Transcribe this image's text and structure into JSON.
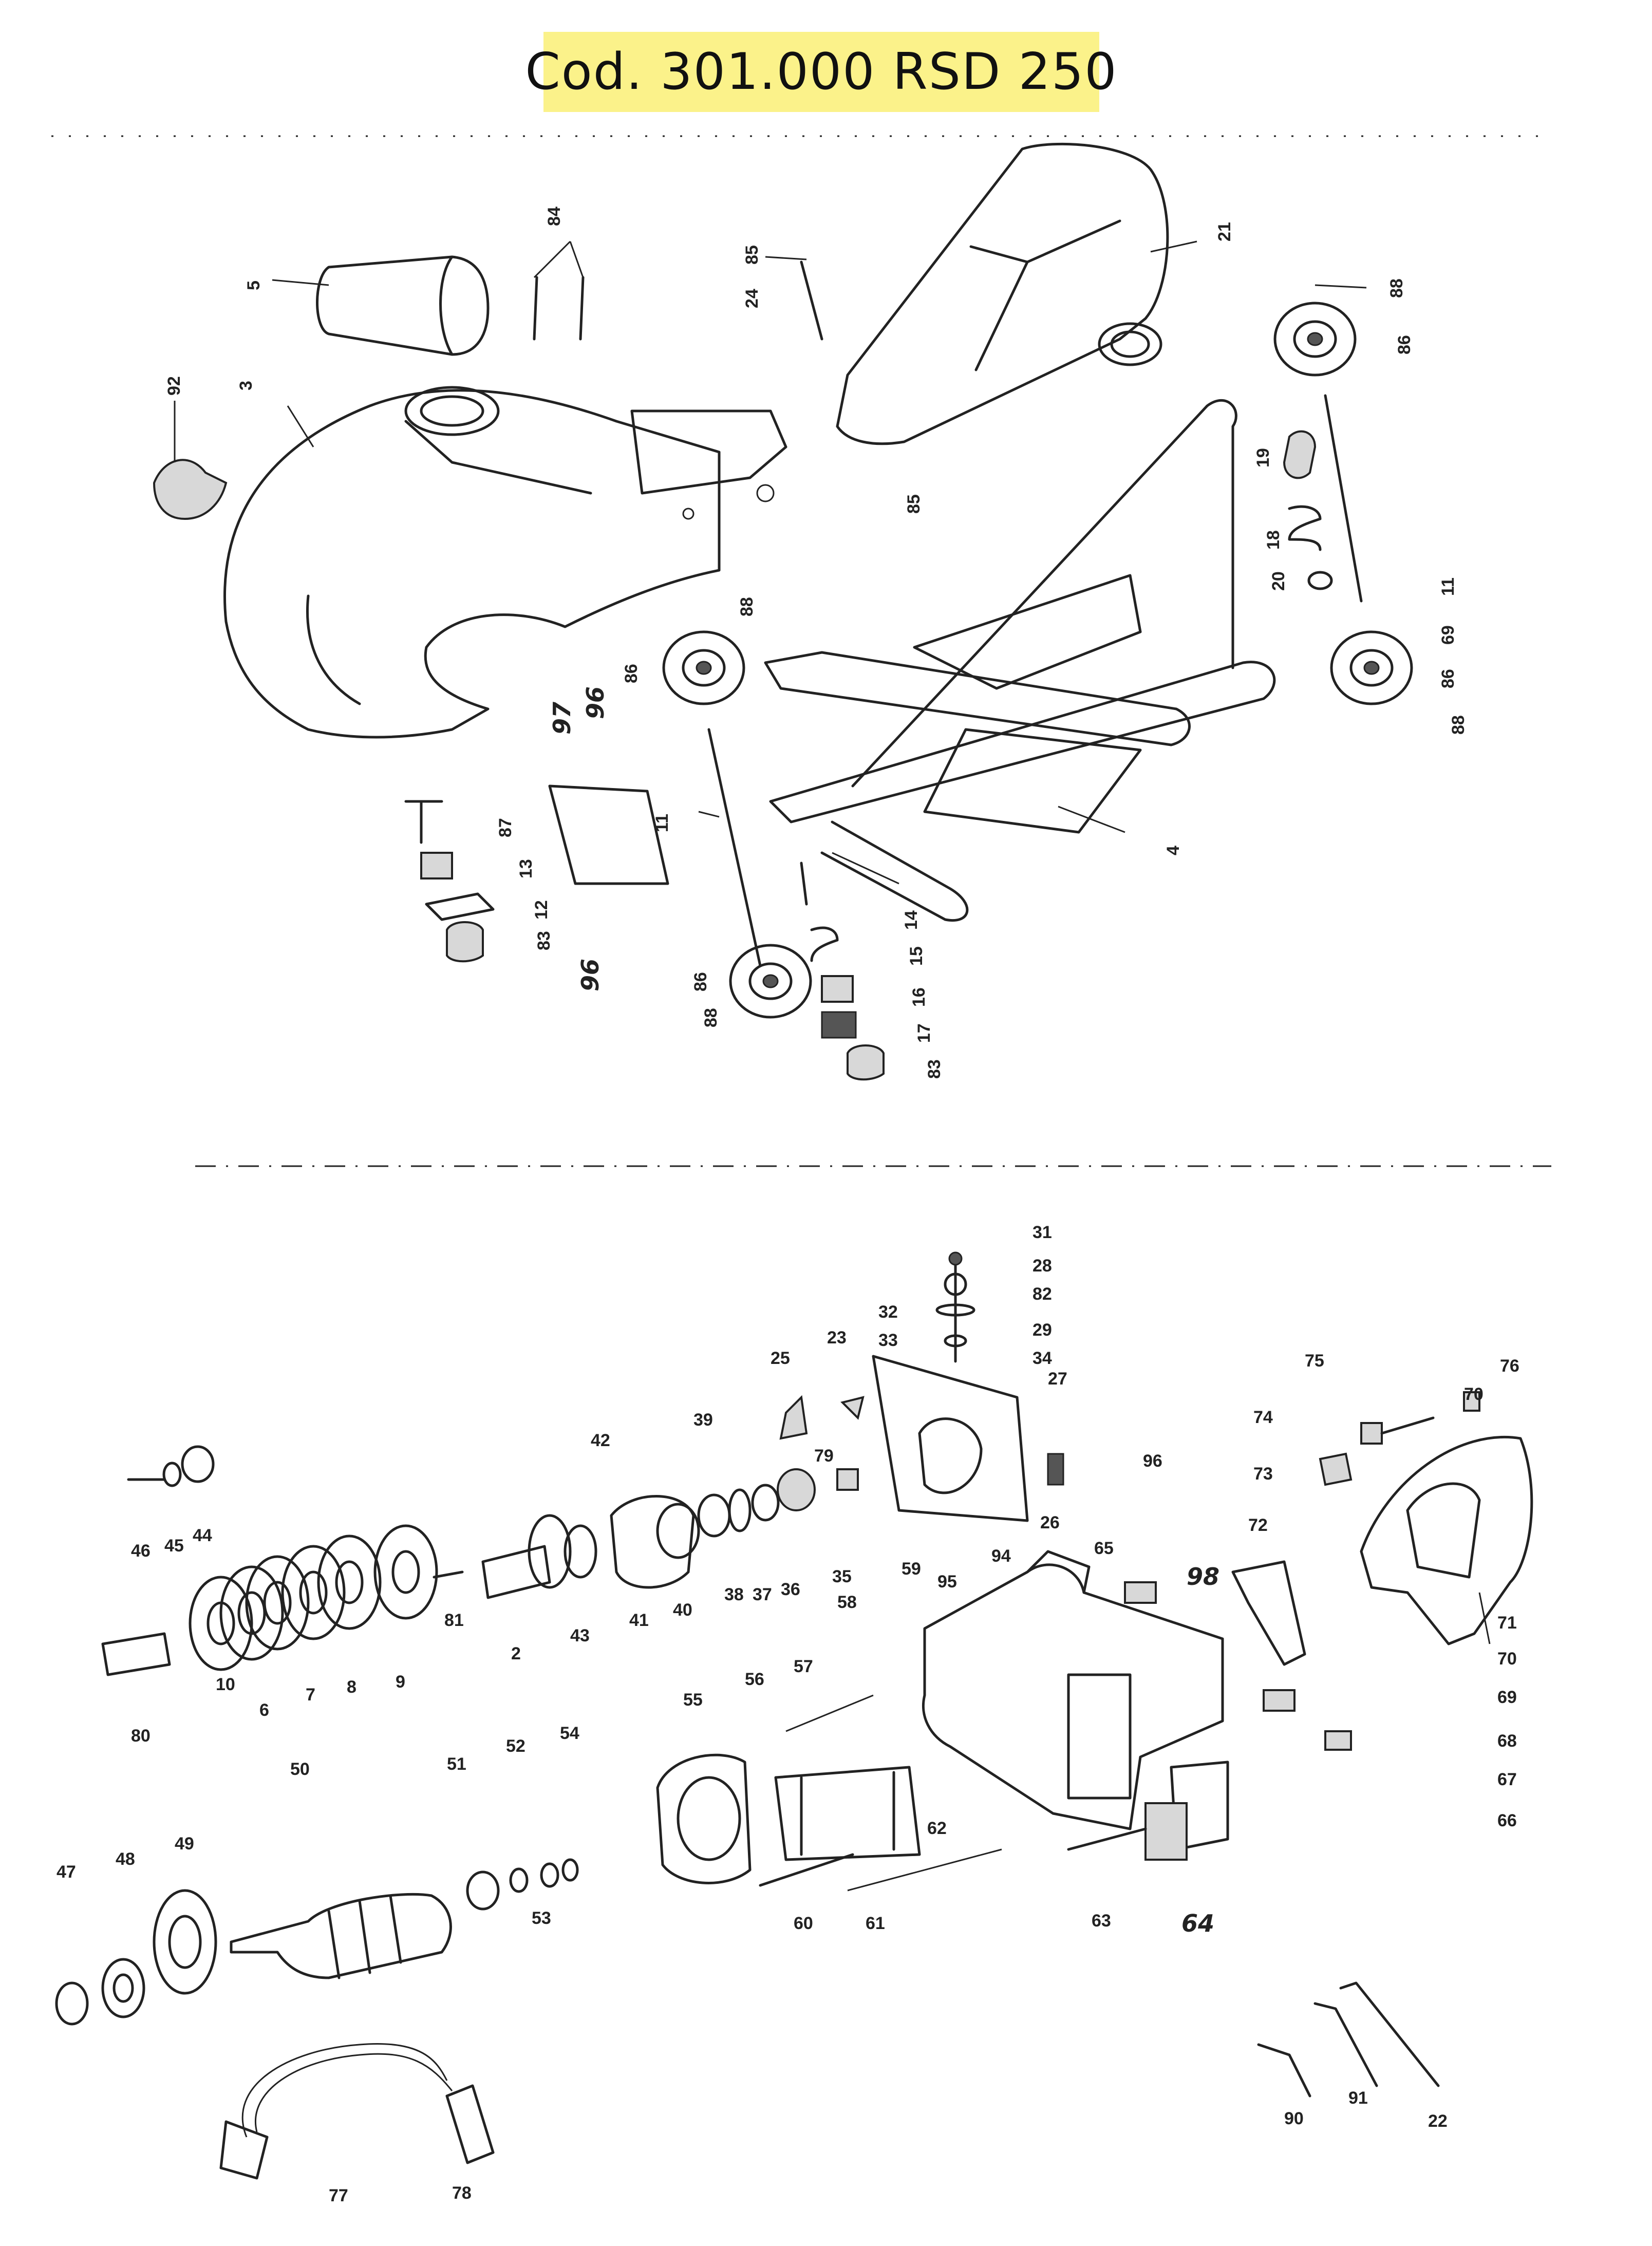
{
  "title": "Cod. 301.000 RSD 250",
  "colors": {
    "title_bg": "#fbf28a",
    "ink": "#222222",
    "page_bg": "#ffffff"
  },
  "upper_section": {
    "part_labels": [
      "84",
      "5",
      "85",
      "24",
      "21",
      "88",
      "86",
      "92",
      "3",
      "19",
      "85",
      "18",
      "20",
      "11",
      "88",
      "69",
      "86",
      "86",
      "88",
      "97",
      "96",
      "87",
      "11",
      "13",
      "12",
      "83",
      "96",
      "14",
      "15",
      "86",
      "16",
      "88",
      "17",
      "83",
      "4"
    ]
  },
  "lower_section": {
    "part_labels": [
      "31",
      "28",
      "82",
      "32",
      "29",
      "33",
      "34",
      "25",
      "23",
      "27",
      "79",
      "96",
      "26",
      "42",
      "39",
      "94",
      "95",
      "46",
      "45",
      "44",
      "41",
      "40",
      "38",
      "37",
      "36",
      "35",
      "59",
      "58",
      "81",
      "2",
      "43",
      "65",
      "98",
      "75",
      "76",
      "70",
      "74",
      "73",
      "72",
      "71",
      "70",
      "69",
      "68",
      "67",
      "66",
      "80",
      "10",
      "6",
      "7",
      "8",
      "9",
      "55",
      "56",
      "57",
      "62",
      "50",
      "51",
      "52",
      "54",
      "53",
      "47",
      "48",
      "49",
      "60",
      "61",
      "63",
      "64",
      "90",
      "91",
      "22",
      "77",
      "78"
    ]
  }
}
